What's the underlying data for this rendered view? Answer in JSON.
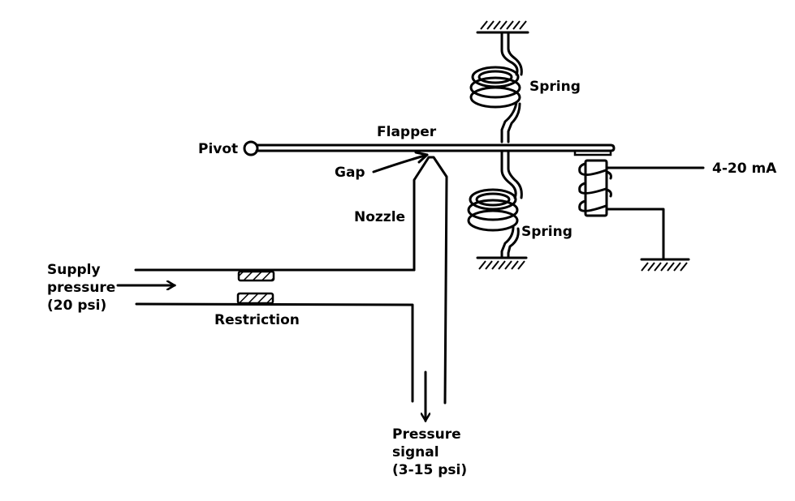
{
  "title": "Flapper-nozzle current-to-pressure transducer",
  "labels": {
    "pivot": "Pivot",
    "flapper": "Flapper",
    "gap": "Gap",
    "nozzle": "Nozzle",
    "spring_top": "Spring",
    "spring_bottom": "Spring",
    "current_input": "4-20 mA",
    "supply_line1": "Supply",
    "supply_line2": "pressure",
    "supply_line3": "(20 psi)",
    "restriction": "Restriction",
    "output_line1": "Pressure",
    "output_line2": "signal",
    "output_line3": "(3-15 psi)"
  },
  "colors": {
    "ink": "#000000",
    "background": "#ffffff"
  }
}
